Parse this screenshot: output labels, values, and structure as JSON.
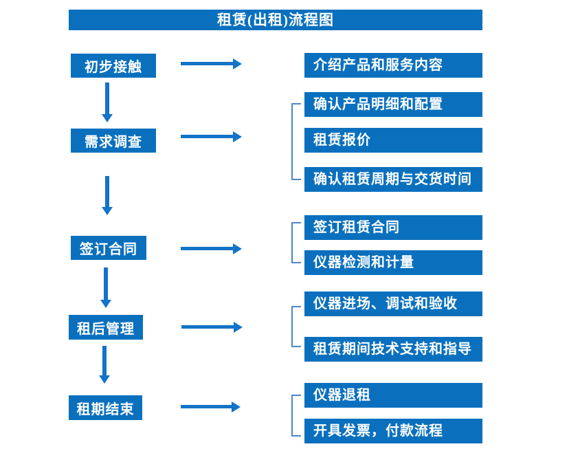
{
  "title": "租赁(出租)流程图",
  "colors": {
    "box_blue": "#0a70be",
    "arrow_blue": "#1373c8",
    "bracket_blue": "#4c86c6",
    "text": "#ffffff",
    "background": "#ffffff"
  },
  "stages": [
    {
      "label": "初步接触",
      "details": [
        "介绍产品和服务内容"
      ]
    },
    {
      "label": "需求调查",
      "details": [
        "确认产品明细和配置",
        "租赁报价",
        "确认租赁周期与交货时间"
      ]
    },
    {
      "label": "签订合同",
      "details": [
        "签订租赁合同",
        "仪器检测和计量"
      ]
    },
    {
      "label": "租后管理",
      "details": [
        "仪器进场、调试和验收",
        "租赁期间技术支持和指导"
      ]
    },
    {
      "label": "租期结束",
      "details": [
        "仪器退租",
        "开具发票，付款流程"
      ]
    }
  ]
}
